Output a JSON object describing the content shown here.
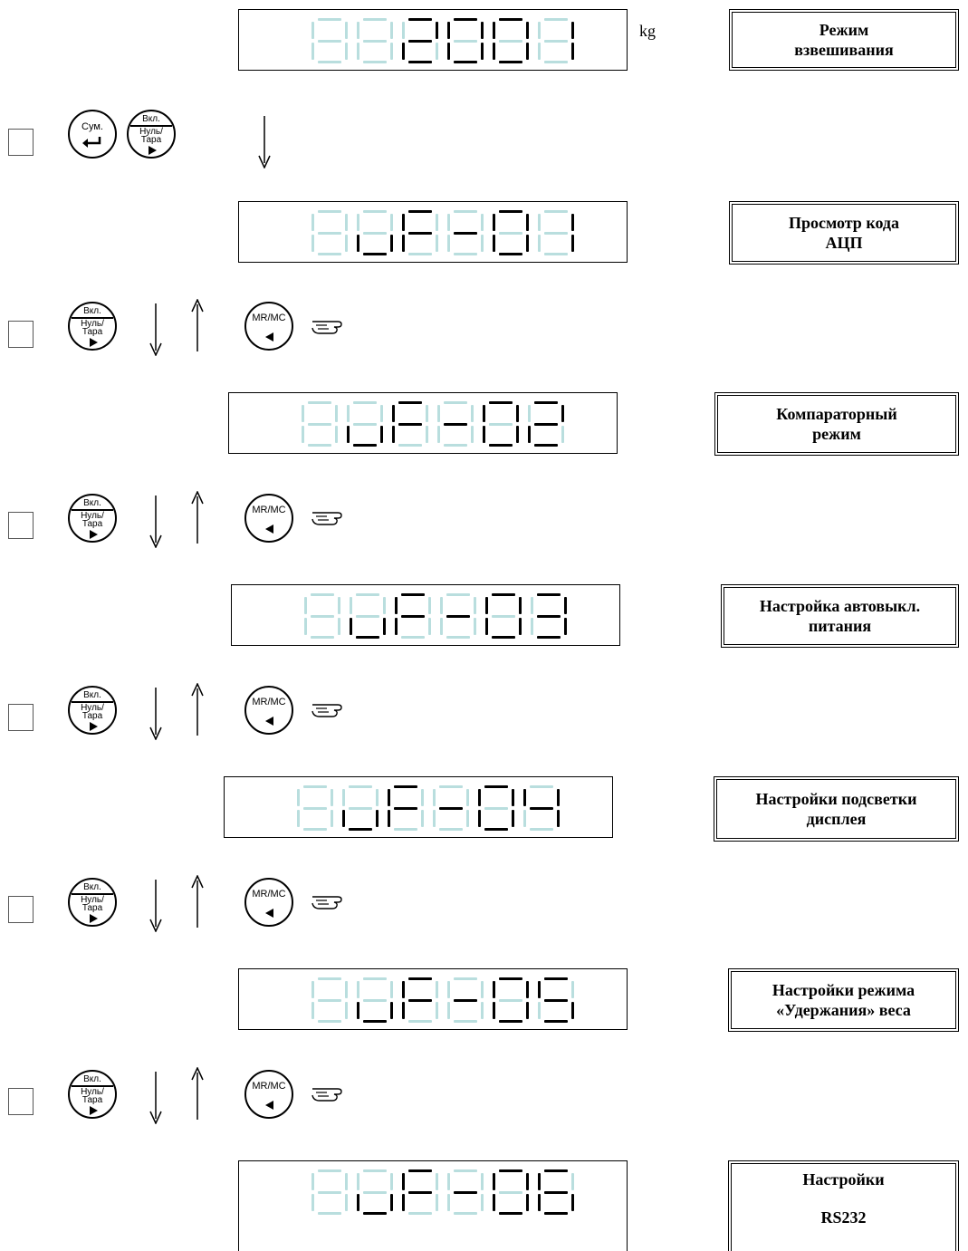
{
  "colors": {
    "segment_on": "#000000",
    "segment_off": "#b9dede"
  },
  "displays": [
    {
      "name": "weighing",
      "digits": [
        " ",
        " ",
        "2",
        "0",
        "0",
        "1"
      ],
      "unit": "kg",
      "label": [
        "Режим",
        "взвешивания"
      ]
    },
    {
      "name": "uf01",
      "digits": [
        " ",
        "u",
        "F",
        "-",
        "0",
        "1"
      ],
      "label": [
        "Просмотр кода",
        "АЦП"
      ]
    },
    {
      "name": "uf02",
      "digits": [
        " ",
        "u",
        "F",
        "-",
        "0",
        "2"
      ],
      "label": [
        "Компараторный",
        "режим"
      ]
    },
    {
      "name": "uf03",
      "digits": [
        " ",
        "u",
        "F",
        "-",
        "0",
        "3"
      ],
      "label": [
        "Настройка автовыкл.",
        "питания"
      ]
    },
    {
      "name": "uf04",
      "digits": [
        " ",
        "u",
        "F",
        "-",
        "0",
        "4"
      ],
      "label": [
        "Настройки подсветки",
        "дисплея"
      ]
    },
    {
      "name": "uf05",
      "digits": [
        " ",
        "u",
        "F",
        "-",
        "0",
        "5"
      ],
      "label": [
        "Настройки режима",
        "«Удержания» веса"
      ]
    },
    {
      "name": "uf06",
      "digits": [
        " ",
        "u",
        "F",
        "-",
        "0",
        "6"
      ],
      "label": [
        "Настройки",
        "RS232"
      ]
    }
  ],
  "keys": {
    "sum": {
      "label": "Сум.",
      "icon": "enter-arrow-icon"
    },
    "zero_tare": {
      "top": "Вкл.",
      "middle": "Нуль/",
      "bottom": "Тара",
      "icon": "triangle-right-icon"
    },
    "mr_mc": {
      "label": "MR/MC",
      "icon": "triangle-left-icon"
    }
  },
  "icons": {
    "navigation": [
      "arrow-down-icon",
      "arrow-up-icon",
      "pointing-hand-icon"
    ]
  }
}
